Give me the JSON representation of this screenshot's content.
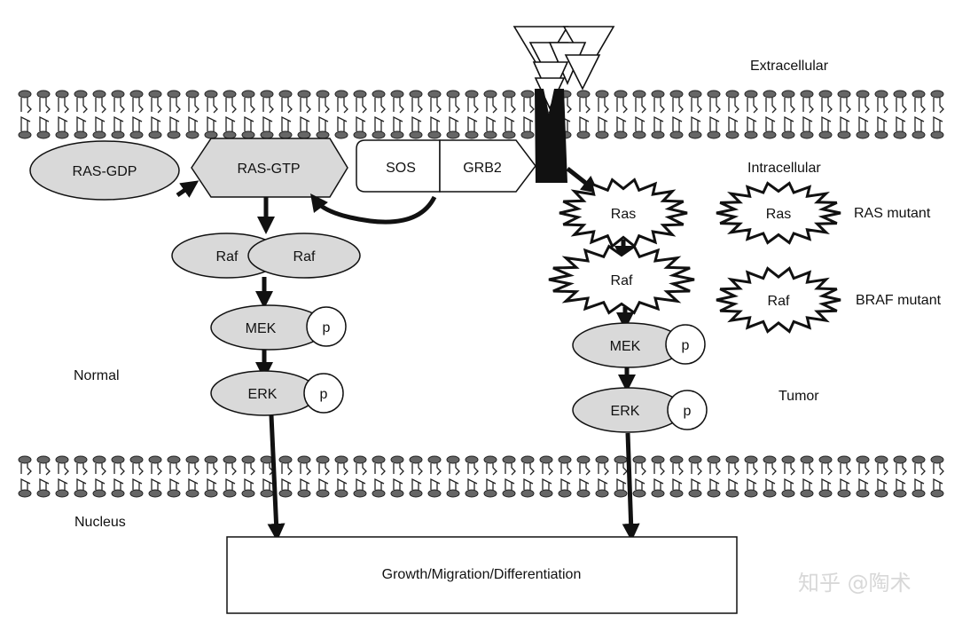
{
  "regions": {
    "extracellular": "Extracellular",
    "intracellular": "Intracellular",
    "normal": "Normal",
    "tumor": "Tumor",
    "nucleus": "Nucleus"
  },
  "normal_pathway": {
    "ras_gdp": "RAS-GDP",
    "ras_gtp": "RAS-GTP",
    "sos": "SOS",
    "grb2": "GRB2",
    "raf_left": "Raf",
    "raf_right": "Raf",
    "mek": "MEK",
    "mek_p": "p",
    "erk": "ERK",
    "erk_p": "p"
  },
  "tumor_pathway": {
    "ras": "Ras",
    "raf": "Raf",
    "mek": "MEK",
    "mek_p": "p",
    "erk": "ERK",
    "erk_p": "p"
  },
  "mutants": {
    "ras_star": "Ras",
    "ras_label": "RAS mutant",
    "raf_star": "Raf",
    "braf_label": "BRAF mutant"
  },
  "outcome": "Growth/Migration/Differentiation",
  "watermark": "知乎 @陶术",
  "colors": {
    "protein_fill": "#d9d9d9",
    "stroke": "#111111",
    "receptor": "#111111"
  }
}
